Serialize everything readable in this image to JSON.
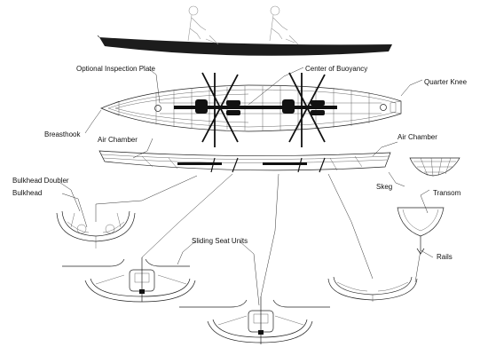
{
  "diagram": {
    "labels": {
      "optional_inspection_plate": "Optional Inspection Plate",
      "center_of_buoyancy": "Center of Buoyancy",
      "quarter_knee": "Quarter Knee",
      "breasthook": "Breasthook",
      "air_chamber_left": "Air Chamber",
      "air_chamber_right": "Air Chamber",
      "skeg": "Skeg",
      "bulkhead_doubler": "Bulkhead Doubler",
      "bulkhead": "Bulkhead",
      "transom": "Transom",
      "sliding_seat_units": "Sliding Seat Units",
      "rails": "Rails"
    },
    "colors": {
      "line": "#222222",
      "hull_profile": "#1c1c1c",
      "figures": "#999999",
      "background": "#ffffff"
    }
  }
}
